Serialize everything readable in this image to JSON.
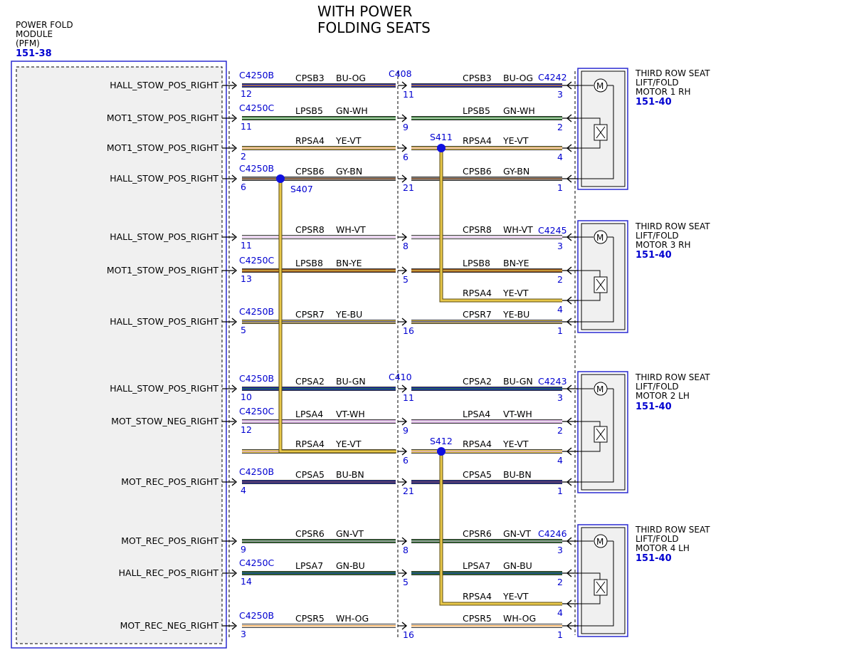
{
  "title": [
    "WITH POWER",
    "FOLDING SEATS"
  ],
  "module": {
    "lines": [
      "POWER FOLD",
      "MODULE",
      "(PFM)"
    ],
    "ref": "151-38"
  },
  "left_connectors": [
    "C4250B",
    "C4250C"
  ],
  "mid_connectors": [
    "C408",
    "C410"
  ],
  "motors": [
    {
      "lines": [
        "THIRD ROW SEAT",
        "LIFT/FOLD",
        "MOTOR 1 RH"
      ],
      "ref": "151-40",
      "connector": "C4242"
    },
    {
      "lines": [
        "THIRD ROW SEAT",
        "LIFT/FOLD",
        "MOTOR 3 RH"
      ],
      "ref": "151-40",
      "connector": "C4245"
    },
    {
      "lines": [
        "THIRD ROW SEAT",
        "LIFT/FOLD",
        "MOTOR 2 LH"
      ],
      "ref": "151-40",
      "connector": "C4243"
    },
    {
      "lines": [
        "THIRD ROW SEAT",
        "LIFT/FOLD",
        "MOTOR 4 LH"
      ],
      "ref": "151-40",
      "connector": "C4246"
    }
  ],
  "splices": [
    "S407",
    "S411",
    "S412"
  ],
  "wires": [
    {
      "signal": "HALL_STOW_POS_RIGHT",
      "left_conn": "C4250B",
      "left_pin": "12",
      "circuit_left": "CPSB3",
      "color_left": "BU-OG",
      "mid_conn": "C408",
      "mid_pin": "11",
      "circuit_right": "CPSB3",
      "color_right": "BU-OG",
      "right_pin": "3"
    },
    {
      "signal": "MOT1_STOW_POS_RIGHT",
      "left_conn": "C4250C",
      "left_pin": "11",
      "circuit_left": "LPSB5",
      "color_left": "GN-WH",
      "mid_conn": "",
      "mid_pin": "9",
      "circuit_right": "LPSB5",
      "color_right": "GN-WH",
      "right_pin": "2"
    },
    {
      "signal": "MOT1_STOW_POS_RIGHT",
      "left_conn": "",
      "left_pin": "2",
      "circuit_left": "RPSA4",
      "color_left": "YE-VT",
      "mid_conn": "",
      "mid_pin": "6",
      "circuit_right": "RPSA4",
      "color_right": "YE-VT",
      "right_pin": "4"
    },
    {
      "signal": "HALL_STOW_POS_RIGHT",
      "left_conn": "C4250B",
      "left_pin": "6",
      "circuit_left": "CPSB6",
      "color_left": "GY-BN",
      "mid_conn": "",
      "mid_pin": "21",
      "circuit_right": "CPSB6",
      "color_right": "GY-BN",
      "right_pin": "1"
    },
    {
      "signal": "HALL_STOW_POS_RIGHT",
      "left_conn": "",
      "left_pin": "11",
      "circuit_left": "CPSR8",
      "color_left": "WH-VT",
      "mid_conn": "",
      "mid_pin": "8",
      "circuit_right": "CPSR8",
      "color_right": "WH-VT",
      "right_pin": "3"
    },
    {
      "signal": "MOT1_STOW_POS_RIGHT",
      "left_conn": "C4250C",
      "left_pin": "13",
      "circuit_left": "LPSB8",
      "color_left": "BN-YE",
      "mid_conn": "",
      "mid_pin": "5",
      "circuit_right": "LPSB8",
      "color_right": "BN-YE",
      "right_pin": "2"
    },
    {
      "signal": "",
      "left_conn": "",
      "left_pin": "",
      "circuit_left": "",
      "color_left": "",
      "mid_conn": "",
      "mid_pin": "",
      "circuit_right": "RPSA4",
      "color_right": "YE-VT",
      "right_pin": "4"
    },
    {
      "signal": "HALL_STOW_POS_RIGHT",
      "left_conn": "C4250B",
      "left_pin": "5",
      "circuit_left": "CPSR7",
      "color_left": "YE-BU",
      "mid_conn": "",
      "mid_pin": "16",
      "circuit_right": "CPSR7",
      "color_right": "YE-BU",
      "right_pin": "1"
    },
    {
      "signal": "HALL_STOW_POS_RIGHT",
      "left_conn": "C4250B",
      "left_pin": "10",
      "circuit_left": "CPSA2",
      "color_left": "BU-GN",
      "mid_conn": "C410",
      "mid_pin": "11",
      "circuit_right": "CPSA2",
      "color_right": "BU-GN",
      "right_pin": "3"
    },
    {
      "signal": "MOT_STOW_NEG_RIGHT",
      "left_conn": "C4250C",
      "left_pin": "12",
      "circuit_left": "LPSA4",
      "color_left": "VT-WH",
      "mid_conn": "",
      "mid_pin": "9",
      "circuit_right": "LPSA4",
      "color_right": "VT-WH",
      "right_pin": "2"
    },
    {
      "signal": "",
      "left_conn": "",
      "left_pin": "",
      "circuit_left": "RPSA4",
      "color_left": "YE-VT",
      "mid_conn": "",
      "mid_pin": "6",
      "circuit_right": "RPSA4",
      "color_right": "YE-VT",
      "right_pin": "4"
    },
    {
      "signal": "MOT_REC_POS_RIGHT",
      "left_conn": "C4250B",
      "left_pin": "4",
      "circuit_left": "CPSA5",
      "color_left": "BU-BN",
      "mid_conn": "",
      "mid_pin": "21",
      "circuit_right": "CPSA5",
      "color_right": "BU-BN",
      "right_pin": "1"
    },
    {
      "signal": "MOT_REC_POS_RIGHT",
      "left_conn": "",
      "left_pin": "9",
      "circuit_left": "CPSR6",
      "color_left": "GN-VT",
      "mid_conn": "",
      "mid_pin": "8",
      "circuit_right": "CPSR6",
      "color_right": "GN-VT",
      "right_pin": "3"
    },
    {
      "signal": "HALL_REC_POS_RIGHT",
      "left_conn": "C4250C",
      "left_pin": "14",
      "circuit_left": "LPSA7",
      "color_left": "GN-BU",
      "mid_conn": "",
      "mid_pin": "5",
      "circuit_right": "LPSA7",
      "color_right": "GN-BU",
      "right_pin": "2"
    },
    {
      "signal": "",
      "left_conn": "",
      "left_pin": "",
      "circuit_left": "",
      "color_left": "",
      "mid_conn": "",
      "mid_pin": "",
      "circuit_right": "RPSA4",
      "color_right": "YE-VT",
      "right_pin": "4"
    },
    {
      "signal": "MOT_REC_NEG_RIGHT",
      "left_conn": "C4250B",
      "left_pin": "3",
      "circuit_left": "CPSR5",
      "color_left": "WH-OG",
      "mid_conn": "",
      "mid_pin": "16",
      "circuit_right": "CPSR5",
      "color_right": "WH-OG",
      "right_pin": "1"
    }
  ],
  "colors": {
    "connector_text": "#0000d0",
    "box_border": "#2a2ad0",
    "splice_dot": "#1010e0",
    "module_fill": "#f0f0f0",
    "BU": "#1a2bb5",
    "OG": "#e88a1a",
    "GN": "#2b7a2b",
    "WH": "#f4f4f4",
    "YE": "#e8c84a",
    "VT": "#d6a8e0",
    "GY": "#8a8a8a",
    "BN": "#8a4a1a"
  }
}
